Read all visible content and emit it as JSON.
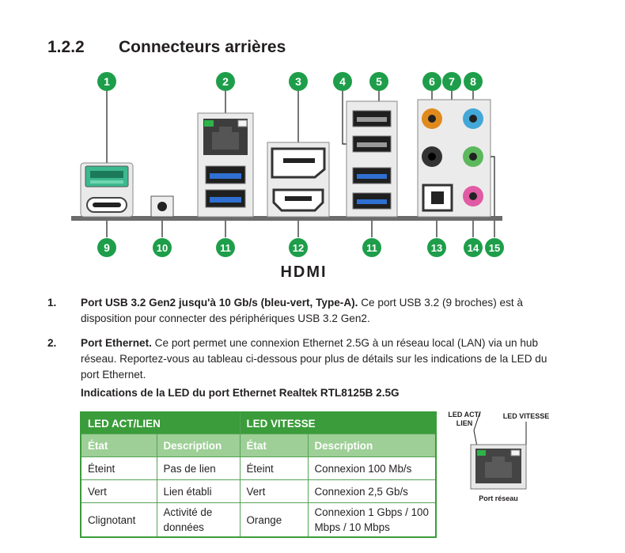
{
  "section": {
    "number": "1.2.2",
    "title": "Connecteurs arrières"
  },
  "colors": {
    "green": "#1e9e4a",
    "table_header": "#3a9c3a",
    "table_subheader": "#9dcf96"
  },
  "callouts": {
    "top": [
      "1",
      "2",
      "3",
      "4",
      "5",
      "6",
      "7",
      "8"
    ],
    "bottom": [
      "9",
      "10",
      "11",
      "12",
      "11",
      "13",
      "14",
      "15"
    ]
  },
  "hdmi_logo": "HDMI",
  "items": [
    {
      "num": "1.",
      "bold": "Port USB 3.2 Gen2 jusqu'à 10 Gb/s (bleu-vert, Type-A).",
      "text": " Ce port USB 3.2 (9 broches) est à disposition pour connecter des périphériques USB 3.2 Gen2."
    },
    {
      "num": "2.",
      "bold": "Port Ethernet.",
      "text": " Ce port permet une connexion Ethernet 2.5G à un réseau local (LAN) via un hub réseau. Reportez-vous au tableau ci-dessous pour plus de détails sur les indications de la LED du port Ethernet."
    }
  ],
  "led_subtitle": "Indications de la LED du port Ethernet Realtek RTL8125B 2.5G",
  "led_table": {
    "groups": [
      "LED ACT/LIEN",
      "LED VITESSE"
    ],
    "columns": [
      "État",
      "Description",
      "État",
      "Description"
    ],
    "rows": [
      [
        "Éteint",
        "Pas de lien",
        "Éteint",
        "Connexion 100 Mb/s"
      ],
      [
        "Vert",
        "Lien établi",
        "Vert",
        "Connexion 2,5 Gb/s"
      ],
      [
        "Clignotant",
        "Activité de données",
        "Orange",
        "Connexion 1 Gbps / 100 Mbps / 10 Mbps"
      ]
    ]
  },
  "led_diagram": {
    "act_label_1": "LED ACT/",
    "act_label_2": "LIEN",
    "speed_label": "LED VITESSE",
    "caption": "Port réseau"
  }
}
